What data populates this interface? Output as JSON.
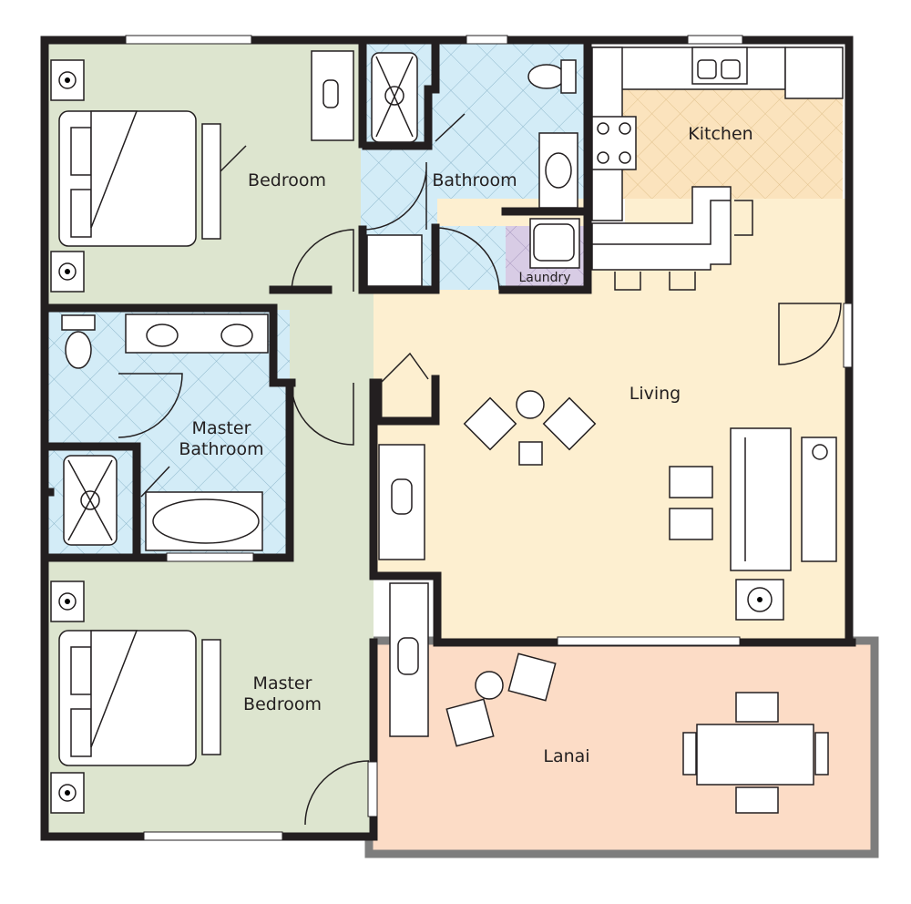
{
  "rooms": {
    "bedroom": "Bedroom",
    "bathroom": "Bathroom",
    "kitchen": "Kitchen",
    "laundry": "Laundry",
    "living": "Living",
    "master_bathroom": [
      "Master",
      "Bathroom"
    ],
    "master_bedroom": [
      "Master",
      "Bedroom"
    ],
    "lanai": "Lanai"
  },
  "colors": {
    "bedroom": "#dde5cf",
    "bathroom": "#d3ecf7",
    "kitchen_floor": "#fbe3bd",
    "living": "#fdefd0",
    "lanai": "#fcdcc6",
    "laundry": "#d8cce5",
    "wall": "#231f20",
    "lanai_rail": "#7d7d7d"
  }
}
